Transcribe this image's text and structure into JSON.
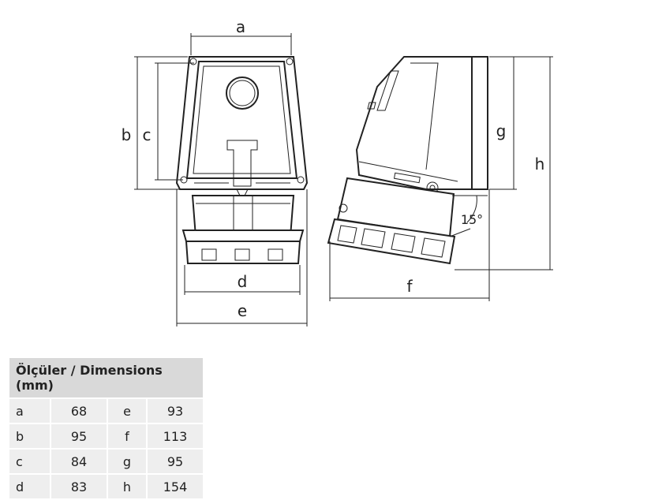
{
  "drawing": {
    "front_labels": {
      "a": "a",
      "b": "b",
      "c": "c",
      "d": "d",
      "e": "e"
    },
    "side_labels": {
      "f": "f",
      "g": "g",
      "h": "h",
      "angle": "15°"
    }
  },
  "table": {
    "title": "Ölçüler / Dimensions (mm)",
    "rows": [
      {
        "k1": "a",
        "v1": "68",
        "k2": "e",
        "v2": "93"
      },
      {
        "k1": "b",
        "v1": "95",
        "k2": "f",
        "v2": "113"
      },
      {
        "k1": "c",
        "v1": "84",
        "k2": "g",
        "v2": "95"
      },
      {
        "k1": "d",
        "v1": "83",
        "k2": "h",
        "v2": "154"
      }
    ]
  }
}
